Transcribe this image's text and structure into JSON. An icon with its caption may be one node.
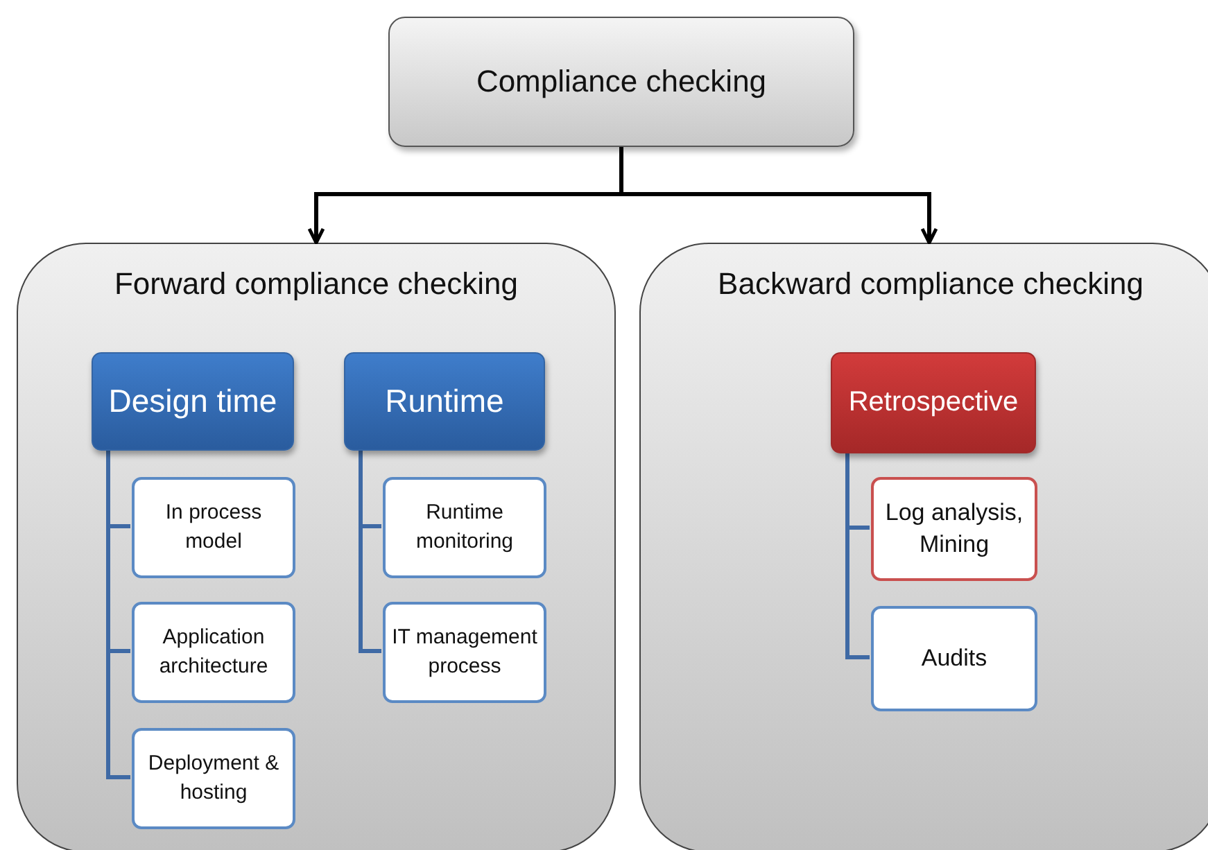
{
  "diagram": {
    "nodes": [
      {
        "text": [
          "Compliance checking"
        ]
      },
      {
        "text": [
          "Forward compliance checking"
        ]
      },
      {
        "text": [
          "Backward compliance checking"
        ]
      },
      {
        "text": [
          "Design time"
        ],
        "in": 1
      },
      {
        "text": [
          "In process model"
        ],
        "in": 1
      },
      {
        "text": [
          "Application architecture"
        ],
        "in": 1
      },
      {
        "text": [
          "Deployment & hosting"
        ],
        "in": 1
      },
      {
        "text": [
          "Runtime"
        ],
        "in": 1
      },
      {
        "text": [
          "Runtime monitoring"
        ],
        "in": 1
      },
      {
        "text": [
          "IT management process"
        ],
        "in": 1
      },
      {
        "text": [
          "Retrospective"
        ],
        "in": 2
      },
      {
        "text": [
          "Log analysis, Mining"
        ],
        "in": 2
      },
      {
        "text": [
          "Audits"
        ],
        "in": 2
      }
    ],
    "edges": [
      {
        "from": 0,
        "to": 1,
        "arrow": "to",
        "color": "#000000"
      },
      {
        "from": 0,
        "to": 2,
        "arrow": "to",
        "color": "#000000"
      },
      {
        "from": 3,
        "to": 4,
        "arrow": "none"
      },
      {
        "from": 3,
        "to": 5,
        "arrow": "none"
      },
      {
        "from": 3,
        "to": 6,
        "arrow": "none"
      },
      {
        "from": 7,
        "to": 8,
        "arrow": "none"
      },
      {
        "from": 7,
        "to": 9,
        "arrow": "none"
      },
      {
        "from": 10,
        "to": 11,
        "arrow": "none"
      },
      {
        "from": 10,
        "to": 12,
        "arrow": "none"
      }
    ]
  }
}
